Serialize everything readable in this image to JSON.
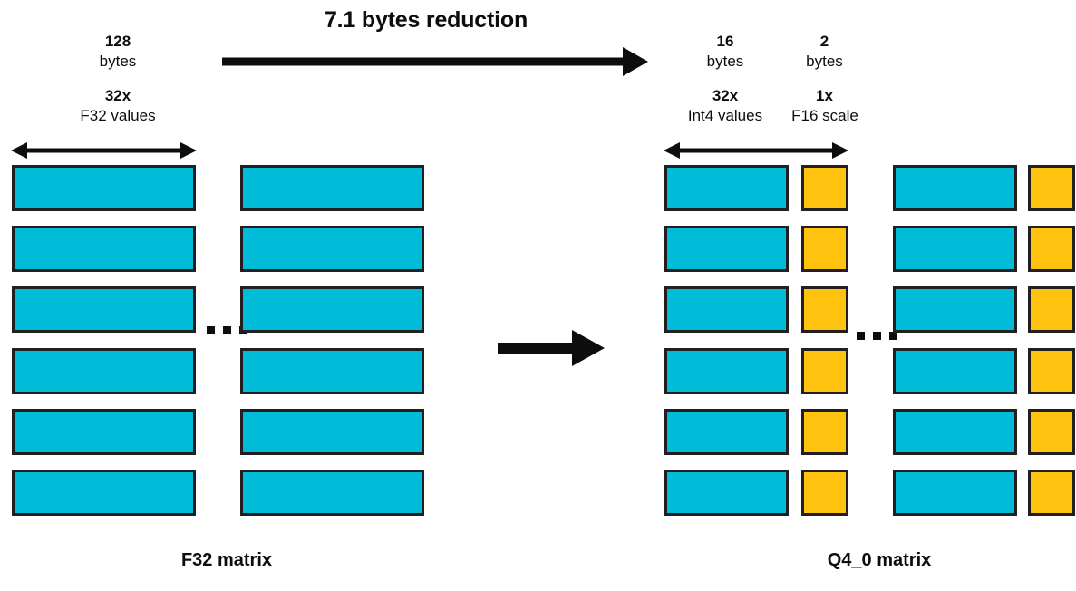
{
  "diagram": {
    "title": "7.1 bytes reduction",
    "colors": {
      "blue": "#00bcd8",
      "yellow": "#ffc20e",
      "outline": "#231f20",
      "text": "#0d0d0d",
      "background": "#ffffff"
    },
    "left": {
      "size_value": "128",
      "size_unit": "bytes",
      "count": "32x",
      "type_label": "F32 values",
      "footer": "F32 matrix",
      "rows": 6,
      "ellipsis": "..."
    },
    "right": {
      "data_size_value": "16",
      "data_size_unit": "bytes",
      "scale_size_value": "2",
      "scale_size_unit": "bytes",
      "data_count": "32x",
      "data_type_label": "Int4 values",
      "scale_count": "1x",
      "scale_type_label": "F16 scale",
      "footer": "Q4_0 matrix",
      "rows": 6,
      "ellipsis": "..."
    },
    "arrows": {
      "conversion_label": "7.1 bytes reduction",
      "top_arrow_name": "reduction-arrow",
      "middle_arrow_name": "conversion-arrow",
      "left_dim_arrow_name": "f32-block-width-arrow",
      "right_dim_arrow_name": "q4-block-width-arrow"
    }
  }
}
